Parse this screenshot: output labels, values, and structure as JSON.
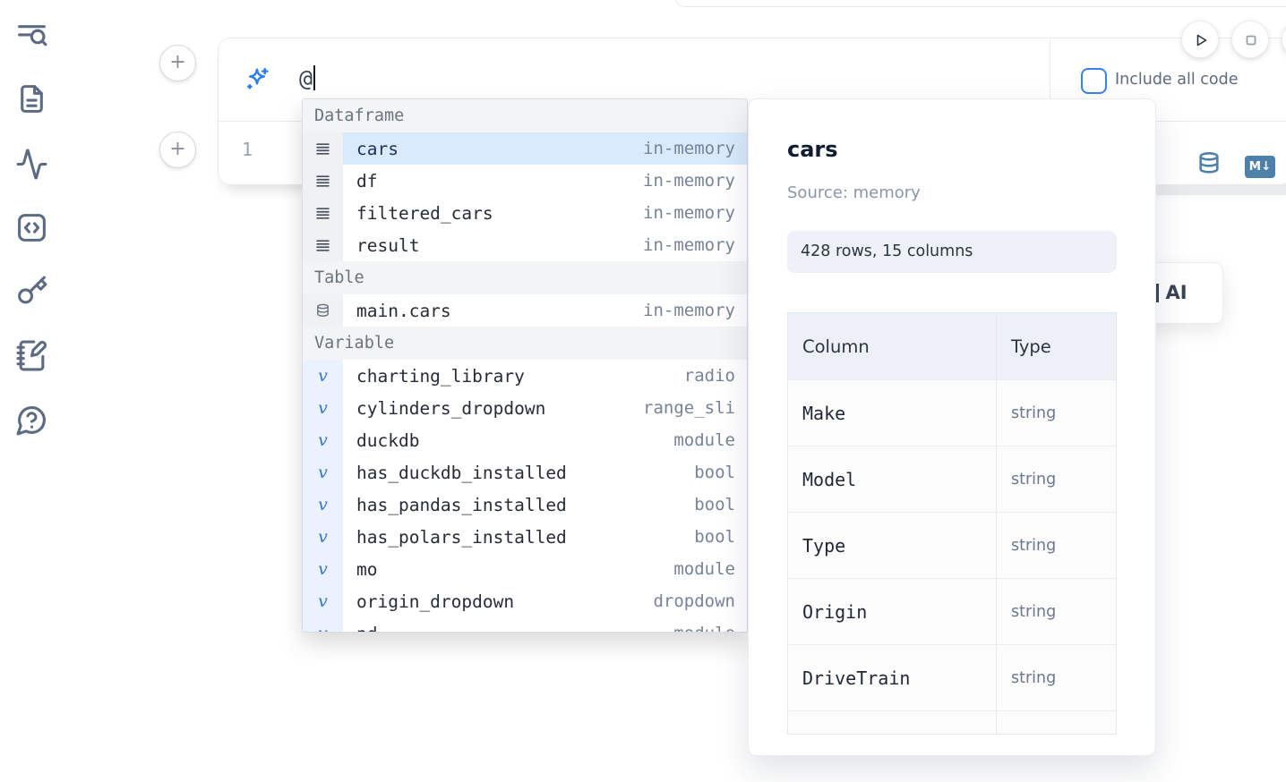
{
  "sidebar": {
    "items": [
      {
        "icon": "list-search-icon"
      },
      {
        "icon": "file-text-icon"
      },
      {
        "icon": "activity-icon"
      },
      {
        "icon": "code-square-icon"
      },
      {
        "icon": "key-icon"
      },
      {
        "icon": "notebook-pen-icon"
      },
      {
        "icon": "help-chat-icon"
      }
    ]
  },
  "toolbar": {
    "markdown_badge": "M↓"
  },
  "prompt": {
    "value": "@",
    "checkbox_label": "Include all code"
  },
  "editor": {
    "line_number": "1"
  },
  "autocomplete": {
    "variable_glyph": "v",
    "sections": [
      {
        "label": "Dataframe",
        "items": [
          {
            "name": "cars",
            "type": "in-memory"
          },
          {
            "name": "df",
            "type": "in-memory"
          },
          {
            "name": "filtered_cars",
            "type": "in-memory"
          },
          {
            "name": "result",
            "type": "in-memory"
          }
        ]
      },
      {
        "label": "Table",
        "items": [
          {
            "name": "main.cars",
            "type": "in-memory"
          }
        ]
      },
      {
        "label": "Variable",
        "items": [
          {
            "name": "charting_library",
            "type": "radio"
          },
          {
            "name": "cylinders_dropdown",
            "type": "range_sli"
          },
          {
            "name": "duckdb",
            "type": "module"
          },
          {
            "name": "has_duckdb_installed",
            "type": "bool"
          },
          {
            "name": "has_pandas_installed",
            "type": "bool"
          },
          {
            "name": "has_polars_installed",
            "type": "bool"
          },
          {
            "name": "mo",
            "type": "module"
          },
          {
            "name": "origin_dropdown",
            "type": "dropdown"
          },
          {
            "name": "pd",
            "type": "module"
          }
        ]
      }
    ]
  },
  "preview": {
    "title": "cars",
    "source": "Source: memory",
    "shape": "428 rows, 15 columns",
    "table": {
      "headers": [
        "Column",
        "Type"
      ],
      "rows": [
        [
          "Make",
          "string"
        ],
        [
          "Model",
          "string"
        ],
        [
          "Type",
          "string"
        ],
        [
          "Origin",
          "string"
        ],
        [
          "DriveTrain",
          "string"
        ]
      ]
    }
  },
  "ai_card": {
    "label": "AI"
  },
  "colors": {
    "accent": "#3b82f6",
    "steel_blue": "#4d80aa",
    "selected_row": "#d9eafc",
    "icon_slate": "#5c6b84"
  }
}
